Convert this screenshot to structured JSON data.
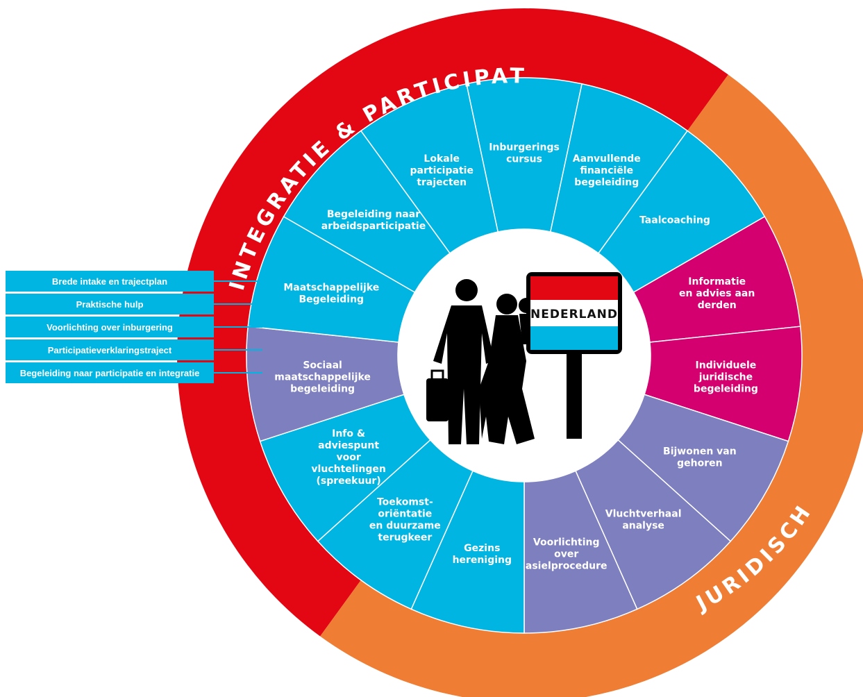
{
  "rings": {
    "integration_title": "INTEGRATIE & PARTICIPATIE",
    "legal_title": "JURIDISCH"
  },
  "colors": {
    "red": "#e30613",
    "orange": "#ef7d33",
    "cyan": "#00b5e2",
    "magenta": "#d4006f",
    "purple": "#7e7fbe"
  },
  "segments": [
    {
      "lines": [
        "Inburgerings",
        "cursus"
      ],
      "color": "cyan"
    },
    {
      "lines": [
        "Aanvullende",
        "financiële",
        "begeleiding"
      ],
      "color": "cyan"
    },
    {
      "lines": [
        "Taalcoaching"
      ],
      "color": "cyan"
    },
    {
      "lines": [
        "Informatie",
        "en advies aan",
        "derden"
      ],
      "color": "magenta"
    },
    {
      "lines": [
        "Individuele",
        "juridische",
        "begeleiding"
      ],
      "color": "magenta"
    },
    {
      "lines": [
        "Bijwonen van",
        "gehoren"
      ],
      "color": "purple"
    },
    {
      "lines": [
        "Vluchtverhaal",
        "analyse"
      ],
      "color": "purple"
    },
    {
      "lines": [
        "Voorlichting",
        "over",
        "asielprocedure"
      ],
      "color": "purple"
    },
    {
      "lines": [
        "Gezins",
        "hereniging"
      ],
      "color": "cyan"
    },
    {
      "lines": [
        "Toekomst-",
        "oriëntatie",
        "en duurzame",
        "terugkeer"
      ],
      "color": "cyan"
    },
    {
      "lines": [
        "Info &",
        "adviespunt",
        "voor",
        "vluchtelingen",
        "(spreekuur)"
      ],
      "color": "cyan"
    },
    {
      "lines": [
        "Sociaal",
        "maatschappelijke",
        "begeleiding"
      ],
      "color": "purple"
    },
    {
      "lines": [
        "Maatschappelijke",
        "Begeleiding"
      ],
      "color": "cyan"
    },
    {
      "lines": [
        "Begeleiding naar",
        "arbeidsparticipatie"
      ],
      "color": "cyan"
    },
    {
      "lines": [
        "Lokale",
        "participatie",
        "trajecten"
      ],
      "color": "cyan"
    }
  ],
  "sign_text": "NEDERLAND",
  "side_items": [
    "Brede intake en trajectplan",
    "Praktische hulp",
    "Voorlichting over inburgering",
    "Participatieverklaringstraject",
    "Begeleiding naar participatie en integratie"
  ]
}
